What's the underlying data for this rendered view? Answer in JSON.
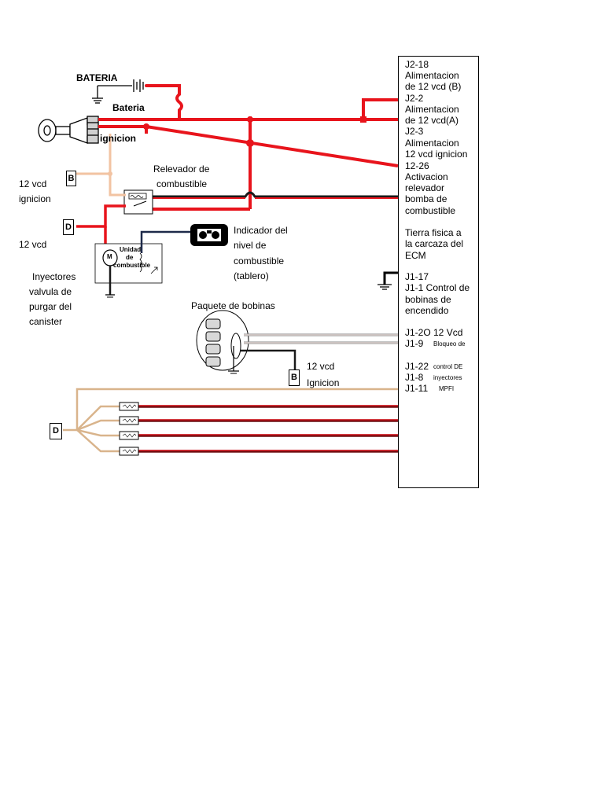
{
  "labels": {
    "bateria_caps": "BATERIA",
    "bateria": "Bateria",
    "ignicion": "ignicion",
    "vcd_ignicion_line1": "12 vcd",
    "vcd_ignicion_line2": "ignicion",
    "relevador_line1": "Relevador de",
    "relevador_line2": "combustible",
    "vcd": "12 vcd",
    "indicador_line1": "Indicador del",
    "indicador_line2": "nivel de",
    "indicador_line3": "combustible",
    "indicador_line4": "(tablero)",
    "unidad_line1": "Unidad",
    "unidad_line2": "de",
    "unidad_line3": "combustible",
    "motor_symbol": "M",
    "inyectores_line1": "Inyectores",
    "inyectores_line2": "valvula de",
    "inyectores_line3": "purgar del",
    "inyectores_line4": "canister",
    "paquete": "Paquete de bobinas",
    "bobinas_vcd_line1": "12 vcd",
    "bobinas_vcd_line2": "Ignicion",
    "connector_b": "B",
    "connector_d": "D"
  },
  "ecm": {
    "j2_18": "J2-18",
    "alim_b_1": "Alimentacion",
    "alim_b_2": "de 12 vcd (B)",
    "j2_2": "J2-2",
    "alim_a_1": "Alimentacion",
    "alim_a_2": "de 12 vcd(A)",
    "j2_3": "J2-3",
    "alim_ign_1": "Alimentacion",
    "alim_ign_2": "12 vcd ignicion",
    "j12_26": "12-26",
    "act_1": "Activacion",
    "act_2": "relevador",
    "act_3": "bomba de",
    "act_4": "combustible",
    "tierra_1": "Tierra fisica a",
    "tierra_2": "la carcaza del",
    "tierra_3": "ECM",
    "j1_17": "J1-17",
    "j1_1_control": "J1-1 Control de",
    "bobinas_de": "bobinas de",
    "encendido": "encendido",
    "j1_20": "J1-2O 12 Vcd",
    "j1_9": "J1-9",
    "bloqueo": "Bloqueo de",
    "j1_22": "J1-22",
    "control_de": "control DE",
    "j1_8": "J1-8",
    "inyectores": "inyectores",
    "j1_11": "J1-11",
    "mpfi": "MPFI"
  },
  "colors": {
    "red": "#e8141c",
    "dark_red": "#6b0d10",
    "black": "#000000",
    "peach": "#f2c3a2",
    "navy": "#1e2a4a",
    "tan": "#d9b48c",
    "grey": "#8a8a8a"
  }
}
